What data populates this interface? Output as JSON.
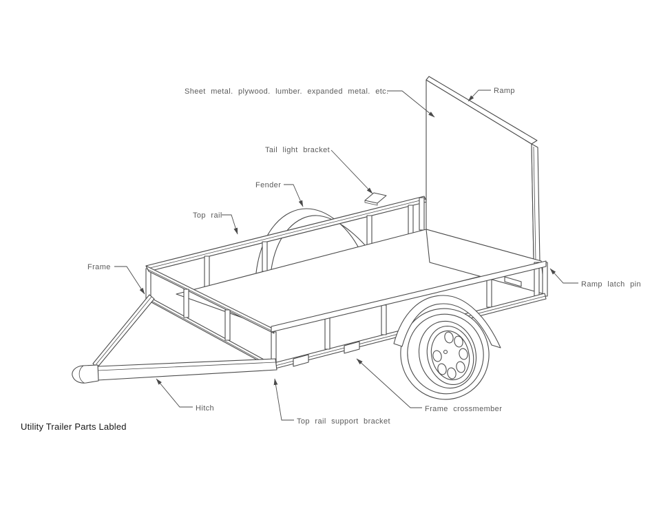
{
  "diagram": {
    "caption": "Utility Trailer Parts Labled",
    "labels": {
      "sheet_material": "Sheet metal. plywood. lumber. expanded metal. etc.",
      "ramp": "Ramp",
      "tail_light_bracket": "Tail light bracket",
      "fender": "Fender",
      "top_rail": "Top rail",
      "frame": "Frame",
      "ramp_latch_pin": "Ramp latch pin",
      "hitch": "Hitch",
      "top_rail_support_bracket": "Top rail support bracket",
      "frame_crossmember": "Frame crossmember"
    },
    "colors": {
      "line": "#4a4a4a",
      "label_text": "#5a5a5a",
      "caption_text": "#161616",
      "background": "#ffffff"
    }
  }
}
